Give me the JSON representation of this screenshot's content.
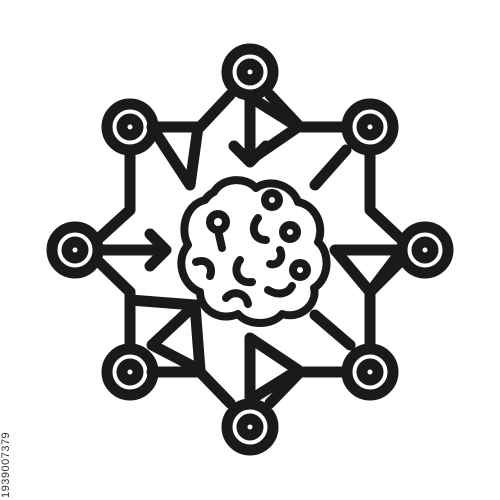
{
  "stock_id": "1939007379",
  "colors": {
    "background": "#ffffff",
    "stroke": "#1a1a1a"
  },
  "icon": {
    "nodes": [
      "node-top",
      "node-top-right",
      "node-right",
      "node-bottom-right",
      "node-bottom",
      "node-bottom-left",
      "node-left",
      "node-top-left"
    ],
    "center": "brain-icon",
    "arrows": [
      "arrow-down",
      "arrow-right"
    ]
  }
}
